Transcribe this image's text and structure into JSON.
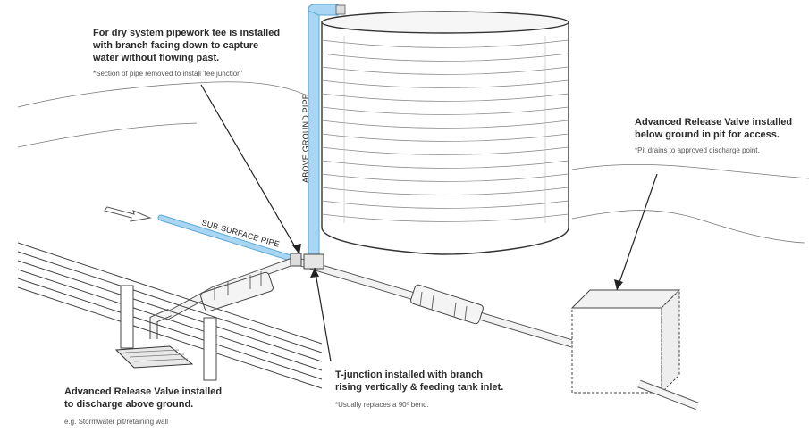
{
  "notes": {
    "tee": {
      "title": "For dry system pipework tee is installed\nwith branch facing down to capture\nwater without flowing past.",
      "footnote": "*Section of pipe removed to install 'tee junction'"
    },
    "arv_pit": {
      "title": "Advanced Release Valve installed\nbelow ground in pit for access.",
      "footnote": "*Pit drains to approved discharge point."
    },
    "t_junction": {
      "title": "T-junction installed with branch\nrising vertically & feeding tank inlet.",
      "footnote": "*Usually replaces a 90º bend."
    },
    "arv_above": {
      "title": "Advanced Release Valve installed\nto discharge above ground.",
      "footnote": "e.g. Stormwater pit/retaining wall"
    }
  },
  "labels": {
    "sub_surface_pipe": "SUB-SURFACE PIPE",
    "above_ground_pipe": "ABOVE GROUND PIPE"
  },
  "colors": {
    "pipe_highlight": "#a9d6f2",
    "pipe_outline": "#5aa9d8",
    "line_art": "#333333"
  }
}
